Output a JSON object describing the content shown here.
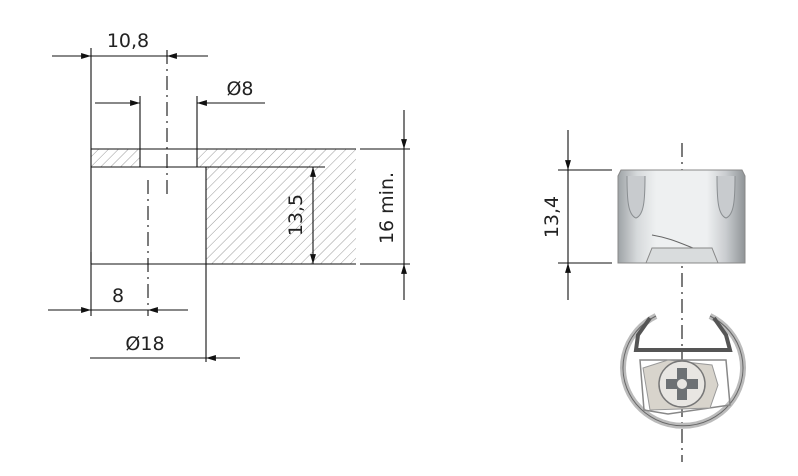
{
  "dimensions": {
    "width_offset": "10,8",
    "hole_diameter": "Ø8",
    "depth": "13,5",
    "panel_thickness": "16 min.",
    "edge_distance": "8",
    "bore_diameter": "Ø18",
    "fitting_height": "13,4"
  },
  "colors": {
    "line": "#111111",
    "hatch": "#9a9a9a",
    "part_body": "#d9dcdd",
    "cam": "#d8d4cc"
  }
}
